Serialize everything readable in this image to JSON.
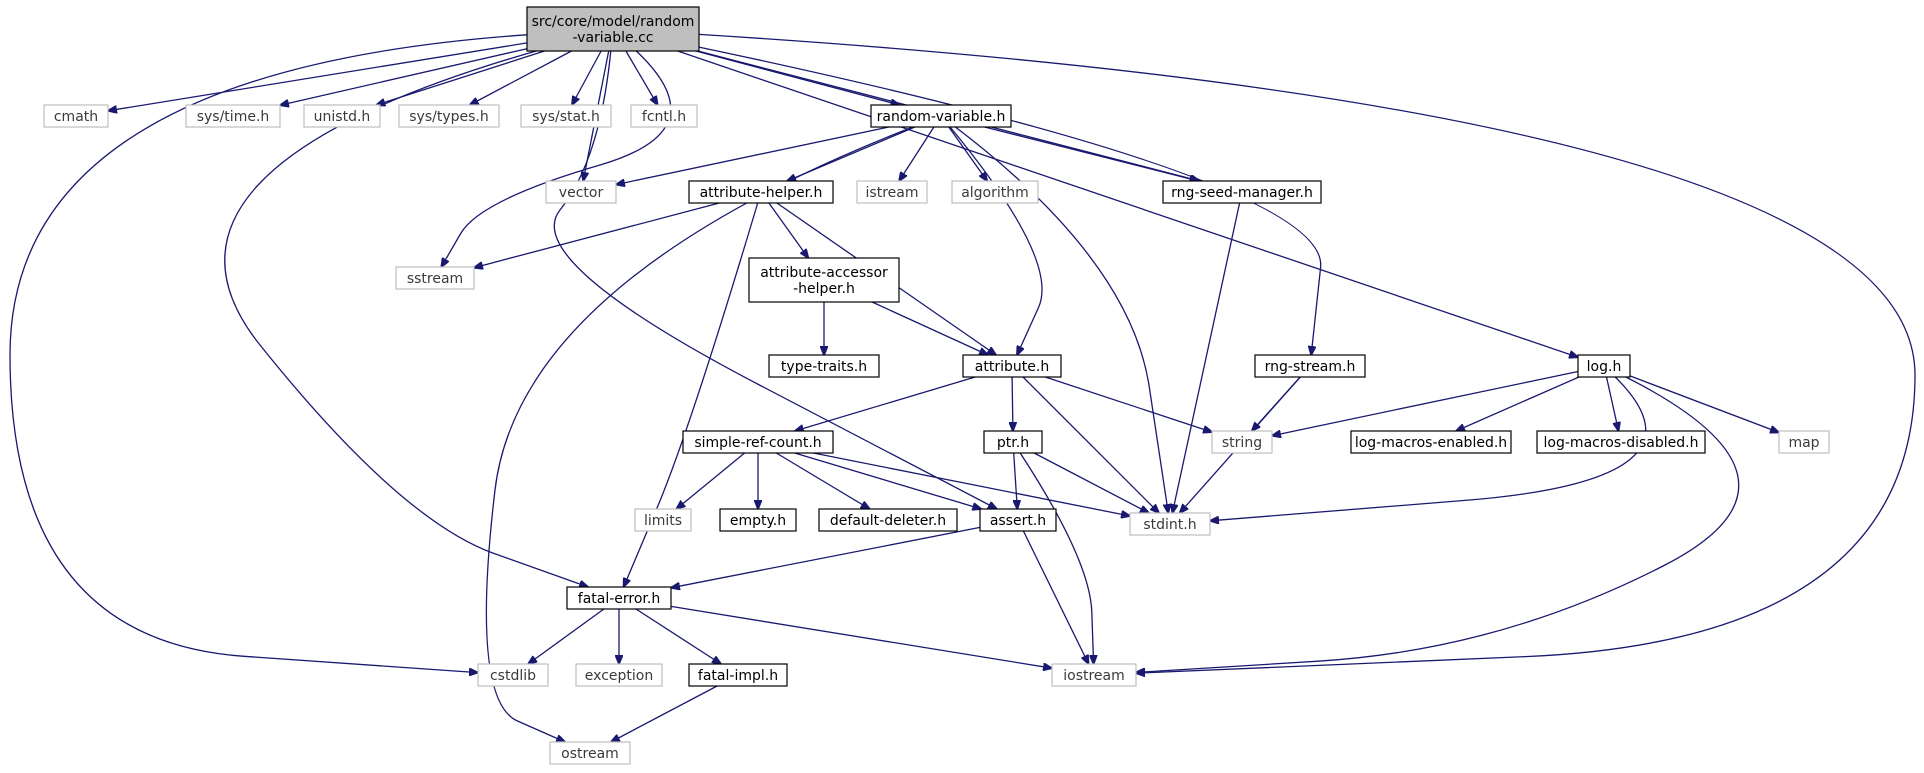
{
  "graph": {
    "nodes": [
      {
        "id": "root",
        "lines": [
          "src/core/model/random",
          "-variable.cc"
        ],
        "style": "root"
      },
      {
        "id": "cmath",
        "lines": [
          "cmath"
        ],
        "style": "system"
      },
      {
        "id": "systime",
        "lines": [
          "sys/time.h"
        ],
        "style": "system"
      },
      {
        "id": "unistd",
        "lines": [
          "unistd.h"
        ],
        "style": "system"
      },
      {
        "id": "systypes",
        "lines": [
          "sys/types.h"
        ],
        "style": "system"
      },
      {
        "id": "sysstat",
        "lines": [
          "sys/stat.h"
        ],
        "style": "system"
      },
      {
        "id": "fcntl",
        "lines": [
          "fcntl.h"
        ],
        "style": "system"
      },
      {
        "id": "randomvariable",
        "lines": [
          "random-variable.h"
        ],
        "style": "local"
      },
      {
        "id": "vector",
        "lines": [
          "vector"
        ],
        "style": "system"
      },
      {
        "id": "attributehelper",
        "lines": [
          "attribute-helper.h"
        ],
        "style": "local"
      },
      {
        "id": "istream",
        "lines": [
          "istream"
        ],
        "style": "system"
      },
      {
        "id": "algorithm",
        "lines": [
          "algorithm"
        ],
        "style": "system"
      },
      {
        "id": "rngseedmanager",
        "lines": [
          "rng-seed-manager.h"
        ],
        "style": "local"
      },
      {
        "id": "sstream",
        "lines": [
          "sstream"
        ],
        "style": "system"
      },
      {
        "id": "attributeaccessor",
        "lines": [
          "attribute-accessor",
          "-helper.h"
        ],
        "style": "local"
      },
      {
        "id": "typetraits",
        "lines": [
          "type-traits.h"
        ],
        "style": "local"
      },
      {
        "id": "attribute",
        "lines": [
          "attribute.h"
        ],
        "style": "local"
      },
      {
        "id": "rngstream",
        "lines": [
          "rng-stream.h"
        ],
        "style": "local"
      },
      {
        "id": "log",
        "lines": [
          "log.h"
        ],
        "style": "local"
      },
      {
        "id": "simplerefcount",
        "lines": [
          "simple-ref-count.h"
        ],
        "style": "local"
      },
      {
        "id": "ptr",
        "lines": [
          "ptr.h"
        ],
        "style": "local"
      },
      {
        "id": "string",
        "lines": [
          "string"
        ],
        "style": "system"
      },
      {
        "id": "logmacrosenabled",
        "lines": [
          "log-macros-enabled.h"
        ],
        "style": "local"
      },
      {
        "id": "logmacrosdisabled",
        "lines": [
          "log-macros-disabled.h"
        ],
        "style": "local"
      },
      {
        "id": "map",
        "lines": [
          "map"
        ],
        "style": "system"
      },
      {
        "id": "limits",
        "lines": [
          "limits"
        ],
        "style": "system"
      },
      {
        "id": "empty",
        "lines": [
          "empty.h"
        ],
        "style": "local"
      },
      {
        "id": "defaultdeleter",
        "lines": [
          "default-deleter.h"
        ],
        "style": "local"
      },
      {
        "id": "assert",
        "lines": [
          "assert.h"
        ],
        "style": "local"
      },
      {
        "id": "stdint",
        "lines": [
          "stdint.h"
        ],
        "style": "system"
      },
      {
        "id": "fatalerror",
        "lines": [
          "fatal-error.h"
        ],
        "style": "local"
      },
      {
        "id": "cstdlib",
        "lines": [
          "cstdlib"
        ],
        "style": "system"
      },
      {
        "id": "exception",
        "lines": [
          "exception"
        ],
        "style": "system"
      },
      {
        "id": "fatalimpl",
        "lines": [
          "fatal-impl.h"
        ],
        "style": "local"
      },
      {
        "id": "iostream",
        "lines": [
          "iostream"
        ],
        "style": "system"
      },
      {
        "id": "ostream",
        "lines": [
          "ostream"
        ],
        "style": "system"
      }
    ],
    "edges": [
      {
        "from": "root",
        "to": "cmath"
      },
      {
        "from": "root",
        "to": "systime"
      },
      {
        "from": "root",
        "to": "unistd"
      },
      {
        "from": "root",
        "to": "systypes"
      },
      {
        "from": "root",
        "to": "sysstat"
      },
      {
        "from": "root",
        "to": "fcntl"
      },
      {
        "from": "root",
        "to": "randomvariable"
      },
      {
        "from": "root",
        "to": "vector"
      },
      {
        "from": "root",
        "to": "sstream"
      },
      {
        "from": "root",
        "to": "rngseedmanager"
      },
      {
        "from": "root",
        "to": "rngstream"
      },
      {
        "from": "root",
        "to": "log"
      },
      {
        "from": "root",
        "to": "iostream"
      },
      {
        "from": "root",
        "to": "cstdlib"
      },
      {
        "from": "root",
        "to": "fatalerror"
      },
      {
        "from": "root",
        "to": "assert"
      },
      {
        "from": "randomvariable",
        "to": "vector"
      },
      {
        "from": "randomvariable",
        "to": "attributehelper"
      },
      {
        "from": "randomvariable",
        "to": "istream"
      },
      {
        "from": "randomvariable",
        "to": "algorithm"
      },
      {
        "from": "randomvariable",
        "to": "rngseedmanager"
      },
      {
        "from": "randomvariable",
        "to": "attribute"
      },
      {
        "from": "randomvariable",
        "to": "stdint"
      },
      {
        "from": "randomvariable",
        "to": "ostream"
      },
      {
        "from": "attributehelper",
        "to": "sstream"
      },
      {
        "from": "attributehelper",
        "to": "attributeaccessor"
      },
      {
        "from": "attributehelper",
        "to": "attribute"
      },
      {
        "from": "attributehelper",
        "to": "fatalerror"
      },
      {
        "from": "attributeaccessor",
        "to": "typetraits"
      },
      {
        "from": "attributeaccessor",
        "to": "attribute"
      },
      {
        "from": "rngseedmanager",
        "to": "stdint"
      },
      {
        "from": "attribute",
        "to": "simplerefcount"
      },
      {
        "from": "attribute",
        "to": "ptr"
      },
      {
        "from": "attribute",
        "to": "string"
      },
      {
        "from": "attribute",
        "to": "stdint"
      },
      {
        "from": "rngstream",
        "to": "string"
      },
      {
        "from": "rngstream",
        "to": "stdint"
      },
      {
        "from": "log",
        "to": "string"
      },
      {
        "from": "log",
        "to": "logmacrosenabled"
      },
      {
        "from": "log",
        "to": "logmacrosdisabled"
      },
      {
        "from": "log",
        "to": "map"
      },
      {
        "from": "log",
        "to": "stdint"
      },
      {
        "from": "log",
        "to": "iostream"
      },
      {
        "from": "simplerefcount",
        "to": "limits"
      },
      {
        "from": "simplerefcount",
        "to": "empty"
      },
      {
        "from": "simplerefcount",
        "to": "defaultdeleter"
      },
      {
        "from": "simplerefcount",
        "to": "assert"
      },
      {
        "from": "simplerefcount",
        "to": "stdint"
      },
      {
        "from": "ptr",
        "to": "assert"
      },
      {
        "from": "ptr",
        "to": "stdint"
      },
      {
        "from": "ptr",
        "to": "iostream"
      },
      {
        "from": "assert",
        "to": "fatalerror"
      },
      {
        "from": "assert",
        "to": "iostream"
      },
      {
        "from": "fatalerror",
        "to": "cstdlib"
      },
      {
        "from": "fatalerror",
        "to": "exception"
      },
      {
        "from": "fatalerror",
        "to": "fatalimpl"
      },
      {
        "from": "fatalerror",
        "to": "iostream"
      },
      {
        "from": "fatalimpl",
        "to": "ostream"
      }
    ]
  },
  "colors": {
    "edge": "#191970",
    "root_fill": "#bfbfbf",
    "local_border": "#000000",
    "system_border": "#bfbfbf",
    "text": "#000000"
  }
}
